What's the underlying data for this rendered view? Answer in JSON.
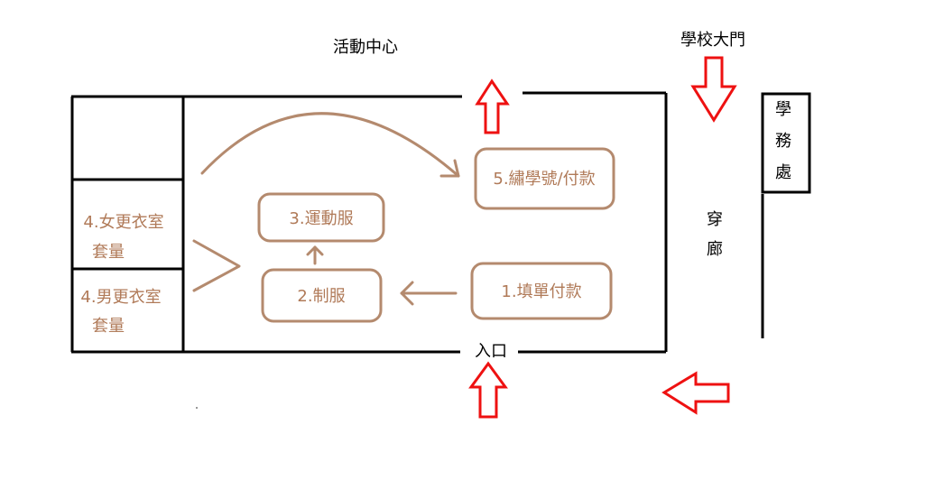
{
  "labels": {
    "activity_center": "活動中心",
    "school_gate": "學校大門",
    "student_affairs": [
      "學",
      "務",
      "處"
    ],
    "corridor": [
      "穿",
      "廊"
    ],
    "entrance": "入口",
    "step1": "1.填單付款",
    "step2": "2.制服",
    "step3": "3.運動服",
    "step4_female": [
      "4.女更衣室",
      "套量"
    ],
    "step4_male": [
      "4.男更衣室",
      "套量"
    ],
    "step5": "5.繡學號/付款"
  },
  "colors": {
    "wall": "#000000",
    "flow": "#b48a6e",
    "step_text": "#b07a58",
    "direction_arrow": "#ee1111"
  }
}
